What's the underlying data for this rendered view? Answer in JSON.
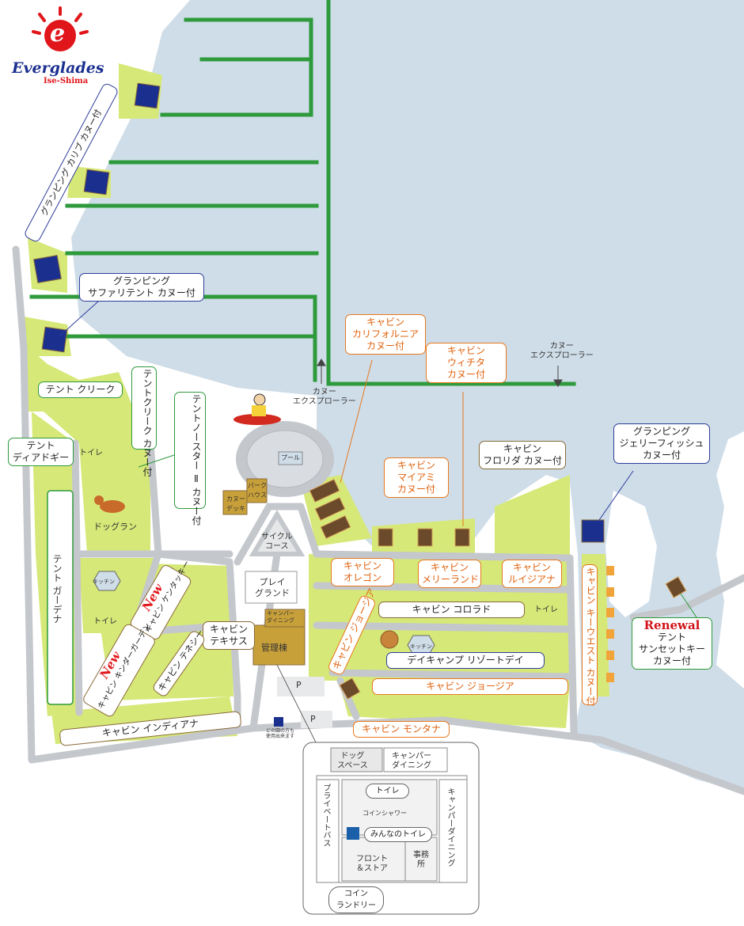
{
  "logo": {
    "brand": "Everglades",
    "sub": "Ise-Shima",
    "letter": "e"
  },
  "colors": {
    "water": "#cfdde8",
    "land": "#d6e878",
    "road": "#c4c7cc",
    "canal": "#2e9a3c",
    "tent_blue": "#1b2f8f",
    "cabin_brown": "#6b4a2b",
    "cabin_orange": "#e8781d"
  },
  "labels": {
    "glamping_caribe": "グランピング カリブ カヌー付",
    "glamping_safari_1": "グランピング",
    "glamping_safari_2": "サファリテント カヌー付",
    "tent_creek": "テント クリーク",
    "tent_creek_canoe": "テントクリーク カヌー付",
    "tent_north_star": "テントノースター Ⅱ カヌー付",
    "tent_dear_doggy_1": "テント",
    "tent_dear_doggy_2": "ディアドギー",
    "tent_gardena": "テント ガーデナ",
    "toilet": "トイレ",
    "dog_run": "ドッグラン",
    "kitchen": "キッチン",
    "canoe_explorer_1": "カヌー",
    "canoe_explorer_2": "エクスプローラー",
    "pool": "プール",
    "canoe_deck": "カヌー デッキ",
    "park_house": "パーク ハウス",
    "cycle_course_1": "サイクル",
    "cycle_course_2": "コース",
    "play_ground_1": "プレイ",
    "play_ground_2": "グランド",
    "camper_dining_small_1": "キャンパー",
    "camper_dining_small_2": "ダイニング",
    "admin": "管理棟",
    "parking": "P",
    "cabin_california_1": "キャビン",
    "cabin_california_2": "カリフォルニア",
    "cabin_california_3": "カヌー付",
    "cabin_wichita_1": "キャビン",
    "cabin_wichita_2": "ウィチタ",
    "cabin_wichita_3": "カヌー付",
    "cabin_florida_1": "キャビン",
    "cabin_florida_2": "フロリダ カヌー付",
    "cabin_miami_1": "キャビン",
    "cabin_miami_2": "マイアミ",
    "cabin_miami_3": "カヌー付",
    "glamping_jelly_1": "グランピング",
    "glamping_jelly_2": "ジェリーフィッシュ",
    "glamping_jelly_3": "カヌー付",
    "cabin_oregon_1": "キャビン",
    "cabin_oregon_2": "オレゴン",
    "cabin_maryland_1": "キャビン",
    "cabin_maryland_2": "メリーランド",
    "cabin_louisiana_1": "キャビン",
    "cabin_louisiana_2": "ルイジアナ",
    "cabin_keywest": "キャビン キーウエスト カヌー付",
    "cabin_colorado": "キャビン コロラド",
    "cabin_georgia_v": "キャビン ジョージア",
    "day_camp": "デイキャンプ リゾートデイ",
    "cabin_georgia_h": "キャビン ジョージア",
    "cabin_montana": "キャビン モンタナ",
    "cabin_indiana": "キャビン インディアナ",
    "new": "New",
    "cabin_kentucky": "キャビン ケンタッキー",
    "cabin_kindergarden": "キャビン キンダーガーデン",
    "cabin_texas_1": "キャビン",
    "cabin_texas_2": "テキサス",
    "cabin_tennessee": "キャビン テネシー",
    "renewal": "Renewal",
    "tent_sunset_1": "テント",
    "tent_sunset_2": "サンセットキー",
    "tent_sunset_3": "カヌー付",
    "public_toilet_1": "どの園の方も",
    "public_toilet_2": "使用出来ます"
  },
  "inset": {
    "dog_space_1": "ドッグ",
    "dog_space_2": "スペース",
    "camper_dining_1": "キャンパー",
    "camper_dining_2": "ダイニング",
    "camper_dining_vertical": "キャンパーダイニング",
    "private_bath": "プライベートバス",
    "toilet": "トイレ",
    "coin_shower": "コインシャワー",
    "multi_toilet": "みんなのトイレ",
    "front_1": "フロント",
    "front_2": "＆ストア",
    "office": "事務所",
    "coin_laundry_1": "コイン",
    "coin_laundry_2": "ランドリー"
  }
}
